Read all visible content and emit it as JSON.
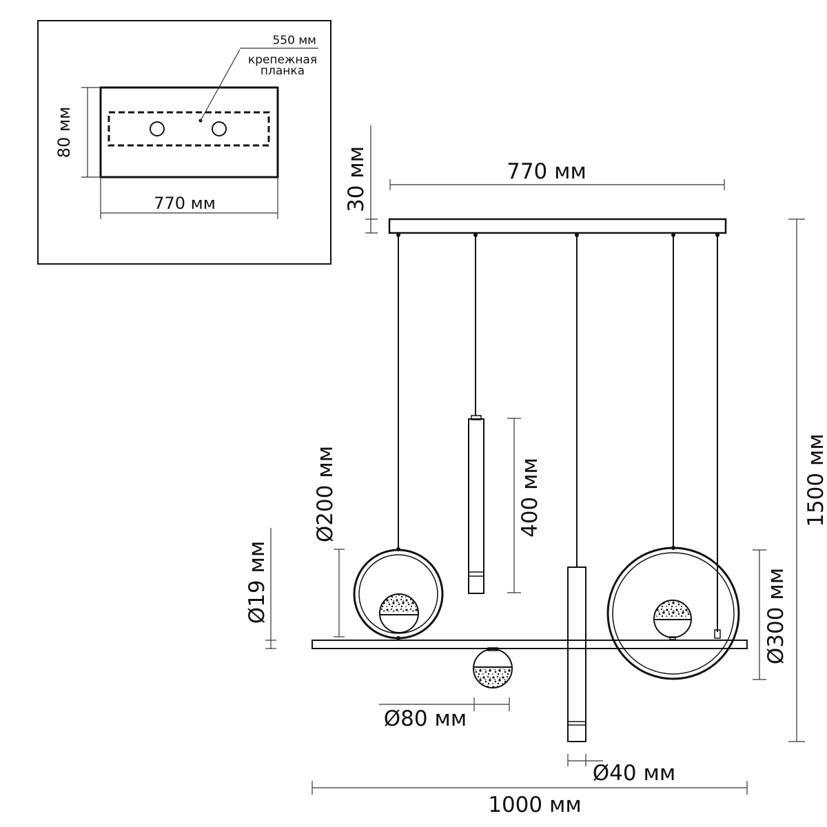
{
  "inset": {
    "plate_label": "550 мм",
    "bracket_label_line1": "крепежная",
    "bracket_label_line2": "планка",
    "height_label": "80 мм",
    "width_label": "770 мм"
  },
  "main": {
    "canopy_width_label": "770 мм",
    "canopy_height_label": "30 мм",
    "total_height_label": "1500 мм",
    "small_ring_label": "Ø200 мм",
    "bar_thickness_label": "Ø19 мм",
    "tube_length_label": "400 мм",
    "large_ring_label": "Ø300 мм",
    "ball_label": "Ø80 мм",
    "tube_diameter_label": "Ø40 мм",
    "total_width_label": "1000 мм"
  }
}
